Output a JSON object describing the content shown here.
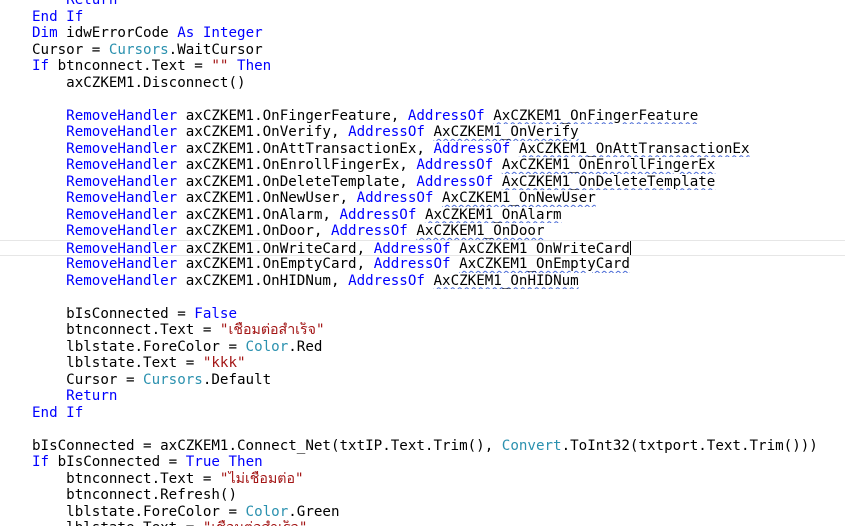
{
  "editor": {
    "language": "VB.NET",
    "colors": {
      "background": "#ffffff",
      "keyword": "#0000ff",
      "type": "#2b91af",
      "string": "#a31515",
      "identifier": "#000000",
      "squiggle": "#4a6bd6",
      "current_line_border": "#e6e6e6"
    },
    "lines": [
      {
        "indent": 1,
        "tokens": [
          {
            "t": "Return",
            "c": "kw"
          }
        ]
      },
      {
        "indent": 0,
        "tokens": [
          {
            "t": "End If",
            "c": "kw"
          }
        ]
      },
      {
        "indent": 0,
        "tokens": [
          {
            "t": "Dim",
            "c": "kw"
          },
          {
            "t": " idwErrorCode ",
            "c": "pl"
          },
          {
            "t": "As",
            "c": "kw"
          },
          {
            "t": " ",
            "c": "pl"
          },
          {
            "t": "Integer",
            "c": "kw"
          }
        ]
      },
      {
        "indent": 0,
        "tokens": [
          {
            "t": "Cursor = ",
            "c": "pl"
          },
          {
            "t": "Cursors",
            "c": "ty"
          },
          {
            "t": ".WaitCursor",
            "c": "pl"
          }
        ]
      },
      {
        "indent": 0,
        "tokens": [
          {
            "t": "If",
            "c": "kw"
          },
          {
            "t": " btnconnect.Text = ",
            "c": "pl"
          },
          {
            "t": "\"\"",
            "c": "st"
          },
          {
            "t": " ",
            "c": "pl"
          },
          {
            "t": "Then",
            "c": "kw"
          }
        ]
      },
      {
        "indent": 1,
        "tokens": [
          {
            "t": "axCZKEM1.Disconnect()",
            "c": "pl"
          }
        ]
      },
      {
        "indent": 0,
        "tokens": []
      },
      {
        "indent": 1,
        "tokens": [
          {
            "t": "RemoveHandler",
            "c": "kw"
          },
          {
            "t": " axCZKEM1.OnFingerFeature, ",
            "c": "pl"
          },
          {
            "t": "AddressOf",
            "c": "kw"
          },
          {
            "t": " ",
            "c": "pl"
          },
          {
            "t": "AxCZKEM1_OnFingerFeature",
            "c": "pl",
            "sq": true
          }
        ]
      },
      {
        "indent": 1,
        "tokens": [
          {
            "t": "RemoveHandler",
            "c": "kw"
          },
          {
            "t": " axCZKEM1.OnVerify, ",
            "c": "pl"
          },
          {
            "t": "AddressOf",
            "c": "kw"
          },
          {
            "t": " ",
            "c": "pl"
          },
          {
            "t": "AxCZKEM1_OnVerify",
            "c": "pl",
            "sq": true
          }
        ]
      },
      {
        "indent": 1,
        "tokens": [
          {
            "t": "RemoveHandler",
            "c": "kw"
          },
          {
            "t": " axCZKEM1.OnAttTransactionEx, ",
            "c": "pl"
          },
          {
            "t": "AddressOf",
            "c": "kw"
          },
          {
            "t": " ",
            "c": "pl"
          },
          {
            "t": "AxCZKEM1_OnAttTransactionEx",
            "c": "pl",
            "sq": true
          }
        ]
      },
      {
        "indent": 1,
        "tokens": [
          {
            "t": "RemoveHandler",
            "c": "kw"
          },
          {
            "t": " axCZKEM1.OnEnrollFingerEx, ",
            "c": "pl"
          },
          {
            "t": "AddressOf",
            "c": "kw"
          },
          {
            "t": " ",
            "c": "pl"
          },
          {
            "t": "AxCZKEM1_OnEnrollFingerEx",
            "c": "pl",
            "sq": true
          }
        ]
      },
      {
        "indent": 1,
        "tokens": [
          {
            "t": "RemoveHandler",
            "c": "kw"
          },
          {
            "t": " axCZKEM1.OnDeleteTemplate, ",
            "c": "pl"
          },
          {
            "t": "AddressOf",
            "c": "kw"
          },
          {
            "t": " ",
            "c": "pl"
          },
          {
            "t": "AxCZKEM1_OnDeleteTemplate",
            "c": "pl",
            "sq": true
          }
        ]
      },
      {
        "indent": 1,
        "tokens": [
          {
            "t": "RemoveHandler",
            "c": "kw"
          },
          {
            "t": " axCZKEM1.OnNewUser, ",
            "c": "pl"
          },
          {
            "t": "AddressOf",
            "c": "kw"
          },
          {
            "t": " ",
            "c": "pl"
          },
          {
            "t": "AxCZKEM1_OnNewUser",
            "c": "pl",
            "sq": true
          }
        ]
      },
      {
        "indent": 1,
        "tokens": [
          {
            "t": "RemoveHandler",
            "c": "kw"
          },
          {
            "t": " axCZKEM1.OnAlarm, ",
            "c": "pl"
          },
          {
            "t": "AddressOf",
            "c": "kw"
          },
          {
            "t": " ",
            "c": "pl"
          },
          {
            "t": "AxCZKEM1_OnAlarm",
            "c": "pl",
            "sq": true
          }
        ]
      },
      {
        "indent": 1,
        "tokens": [
          {
            "t": "RemoveHandler",
            "c": "kw"
          },
          {
            "t": " axCZKEM1.OnDoor, ",
            "c": "pl"
          },
          {
            "t": "AddressOf",
            "c": "kw"
          },
          {
            "t": " ",
            "c": "pl"
          },
          {
            "t": "AxCZKEM1_OnDoor",
            "c": "pl",
            "sq": true
          }
        ]
      },
      {
        "indent": 1,
        "current": true,
        "caret": true,
        "tokens": [
          {
            "t": "RemoveHandler",
            "c": "kw"
          },
          {
            "t": " axCZKEM1.OnWriteCard, ",
            "c": "pl"
          },
          {
            "t": "AddressOf",
            "c": "kw"
          },
          {
            "t": " ",
            "c": "pl"
          },
          {
            "t": "AxCZKEM1_OnWriteCard",
            "c": "pl",
            "sq": true
          }
        ]
      },
      {
        "indent": 1,
        "tokens": [
          {
            "t": "RemoveHandler",
            "c": "kw"
          },
          {
            "t": " axCZKEM1.OnEmptyCard, ",
            "c": "pl"
          },
          {
            "t": "AddressOf",
            "c": "kw"
          },
          {
            "t": " ",
            "c": "pl"
          },
          {
            "t": "AxCZKEM1_OnEmptyCard",
            "c": "pl",
            "sq": true
          }
        ]
      },
      {
        "indent": 1,
        "tokens": [
          {
            "t": "RemoveHandler",
            "c": "kw"
          },
          {
            "t": " axCZKEM1.OnHIDNum, ",
            "c": "pl"
          },
          {
            "t": "AddressOf",
            "c": "kw"
          },
          {
            "t": " ",
            "c": "pl"
          },
          {
            "t": "AxCZKEM1_OnHIDNum",
            "c": "pl",
            "sq": true
          }
        ]
      },
      {
        "indent": 0,
        "tokens": []
      },
      {
        "indent": 1,
        "tokens": [
          {
            "t": "bIsConnected = ",
            "c": "pl"
          },
          {
            "t": "False",
            "c": "kw"
          }
        ]
      },
      {
        "indent": 1,
        "tokens": [
          {
            "t": "btnconnect.Text = ",
            "c": "pl"
          },
          {
            "t": "\"เชื่อมต่อสำเร็จ\"",
            "c": "st"
          }
        ]
      },
      {
        "indent": 1,
        "tokens": [
          {
            "t": "lblstate.ForeColor = ",
            "c": "pl"
          },
          {
            "t": "Color",
            "c": "ty"
          },
          {
            "t": ".Red",
            "c": "pl"
          }
        ]
      },
      {
        "indent": 1,
        "tokens": [
          {
            "t": "lblstate.Text = ",
            "c": "pl"
          },
          {
            "t": "\"kkk\"",
            "c": "st"
          }
        ]
      },
      {
        "indent": 1,
        "tokens": [
          {
            "t": "Cursor = ",
            "c": "pl"
          },
          {
            "t": "Cursors",
            "c": "ty"
          },
          {
            "t": ".Default",
            "c": "pl"
          }
        ]
      },
      {
        "indent": 1,
        "tokens": [
          {
            "t": "Return",
            "c": "kw"
          }
        ]
      },
      {
        "indent": 0,
        "tokens": [
          {
            "t": "End If",
            "c": "kw"
          }
        ]
      },
      {
        "indent": 0,
        "tokens": []
      },
      {
        "indent": 0,
        "tokens": [
          {
            "t": "bIsConnected = axCZKEM1.Connect_Net(txtIP.Text.Trim(), ",
            "c": "pl"
          },
          {
            "t": "Convert",
            "c": "ty"
          },
          {
            "t": ".ToInt32(txtport.Text.Trim()))",
            "c": "pl"
          }
        ]
      },
      {
        "indent": 0,
        "tokens": [
          {
            "t": "If",
            "c": "kw"
          },
          {
            "t": " bIsConnected = ",
            "c": "pl"
          },
          {
            "t": "True",
            "c": "kw"
          },
          {
            "t": " ",
            "c": "pl"
          },
          {
            "t": "Then",
            "c": "kw"
          }
        ]
      },
      {
        "indent": 1,
        "tokens": [
          {
            "t": "btnconnect.Text = ",
            "c": "pl"
          },
          {
            "t": "\"ไม่เชื่อมต่อ\"",
            "c": "st"
          }
        ]
      },
      {
        "indent": 1,
        "tokens": [
          {
            "t": "btnconnect.Refresh()",
            "c": "pl"
          }
        ]
      },
      {
        "indent": 1,
        "tokens": [
          {
            "t": "lblstate.ForeColor = ",
            "c": "pl"
          },
          {
            "t": "Color",
            "c": "ty"
          },
          {
            "t": ".Green",
            "c": "pl"
          }
        ]
      },
      {
        "indent": 1,
        "tokens": [
          {
            "t": "lblstate.Text = ",
            "c": "pl"
          },
          {
            "t": "\"เชื่อมต่อสำเร็จ\"",
            "c": "st"
          }
        ]
      }
    ]
  }
}
